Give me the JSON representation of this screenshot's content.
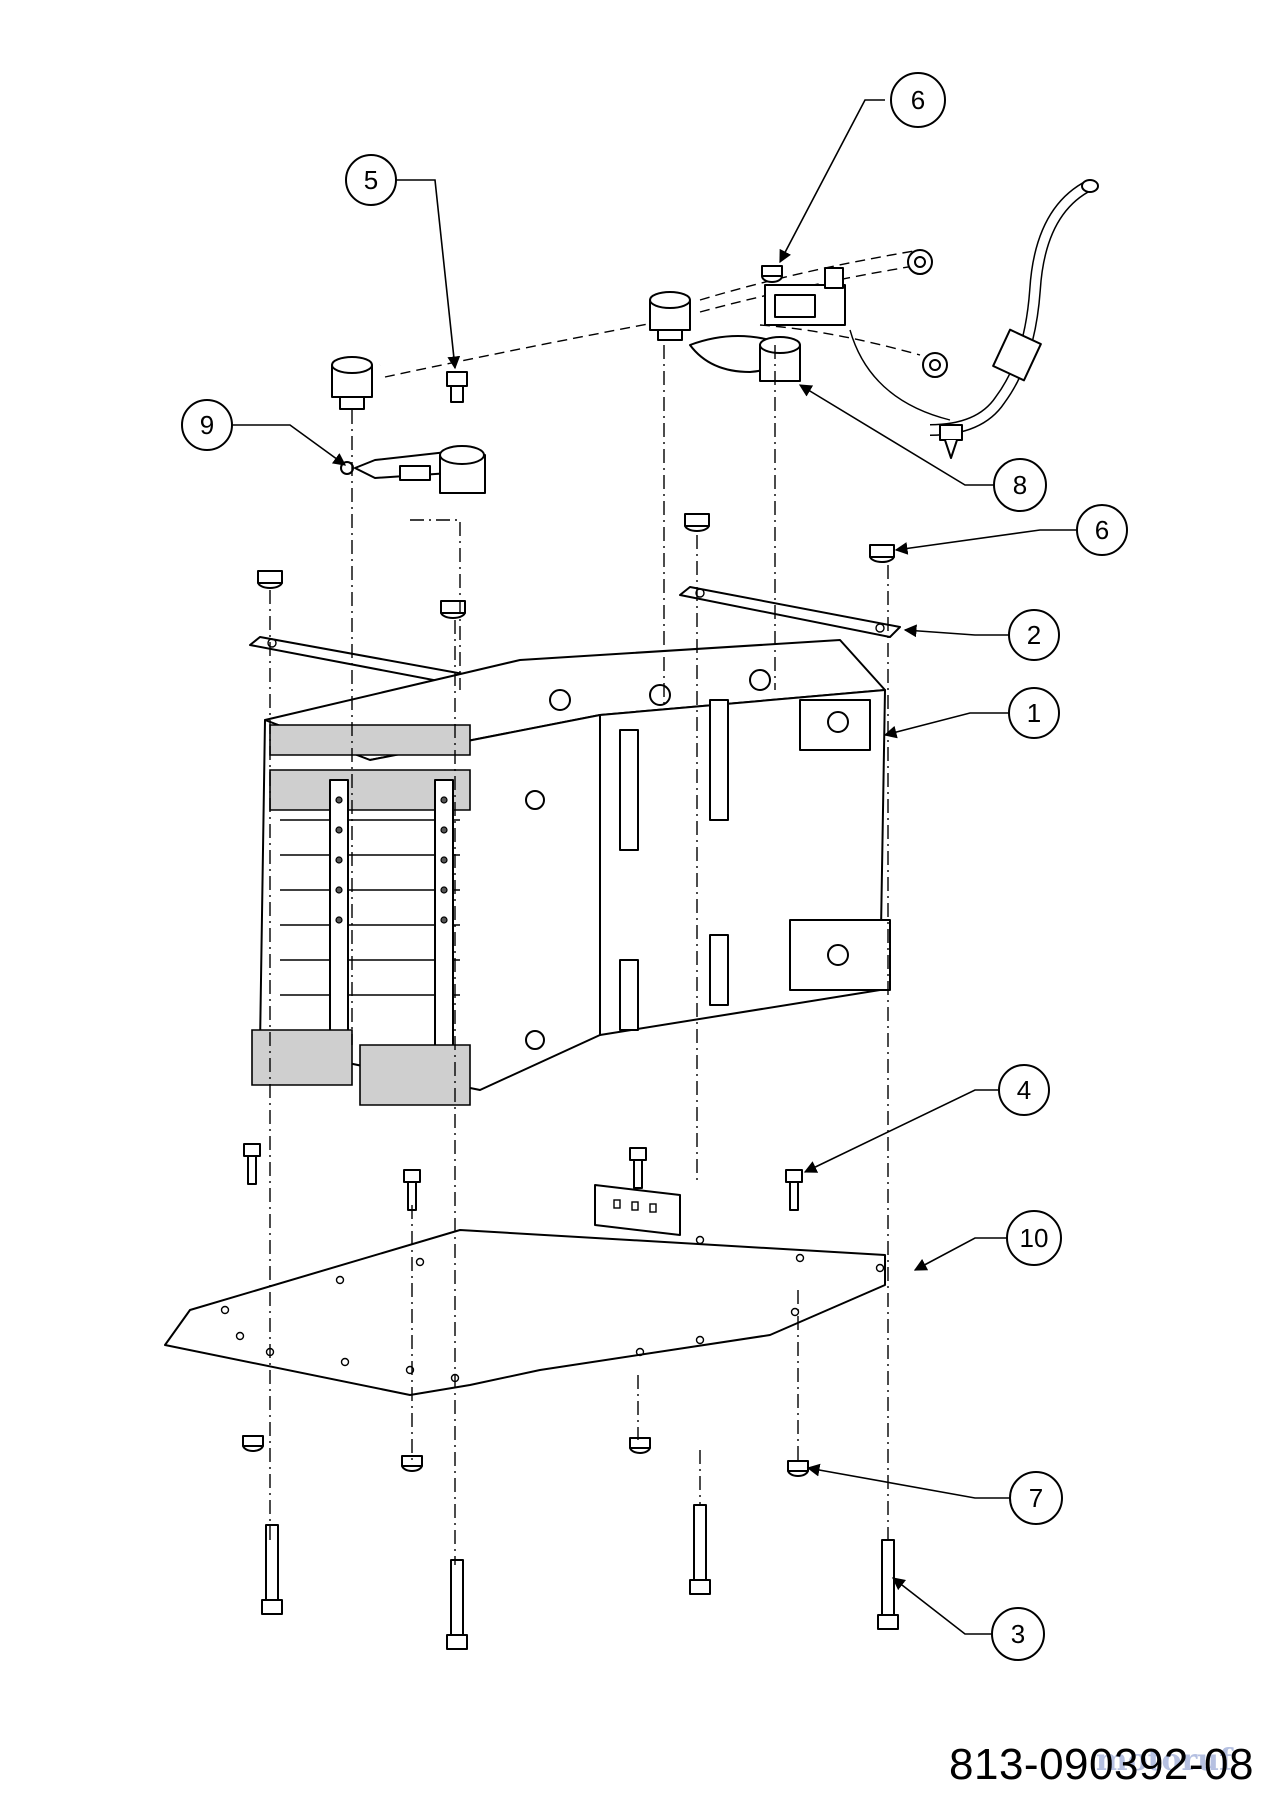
{
  "callouts": [
    {
      "id": "c6a",
      "label": "6"
    },
    {
      "id": "c5",
      "label": "5"
    },
    {
      "id": "c9",
      "label": "9"
    },
    {
      "id": "c8",
      "label": "8"
    },
    {
      "id": "c6b",
      "label": "6"
    },
    {
      "id": "c2",
      "label": "2"
    },
    {
      "id": "c1",
      "label": "1"
    },
    {
      "id": "c4",
      "label": "4"
    },
    {
      "id": "c10",
      "label": "10"
    },
    {
      "id": "c7",
      "label": "7"
    },
    {
      "id": "c3",
      "label": "3"
    }
  ],
  "drawing_number": "813-090392-08",
  "watermark": "motoruf"
}
